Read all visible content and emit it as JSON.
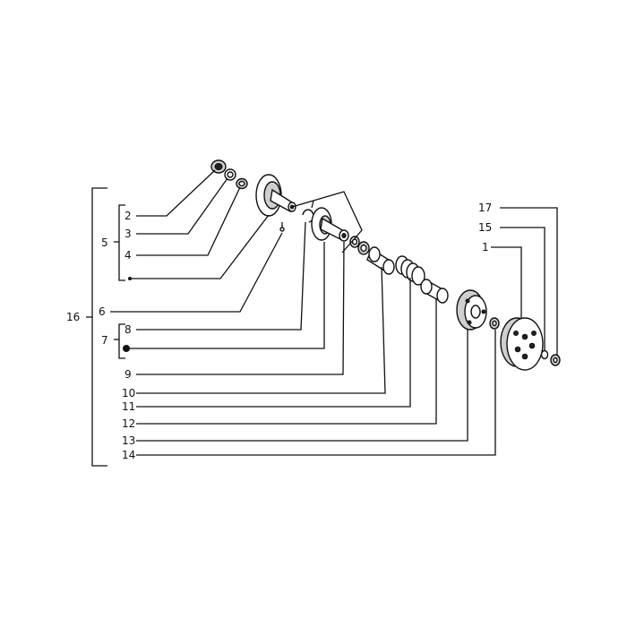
{
  "callouts": {
    "n1": "1",
    "n2": "2",
    "n3": "3",
    "n4": "4",
    "n5": "5",
    "n6": "6",
    "n7": "7",
    "n8": "8",
    "n9": "9",
    "n10": "10",
    "n11": "11",
    "n12": "12",
    "n13": "13",
    "n14": "14",
    "n15": "15",
    "n16": "16",
    "n17": "17"
  }
}
